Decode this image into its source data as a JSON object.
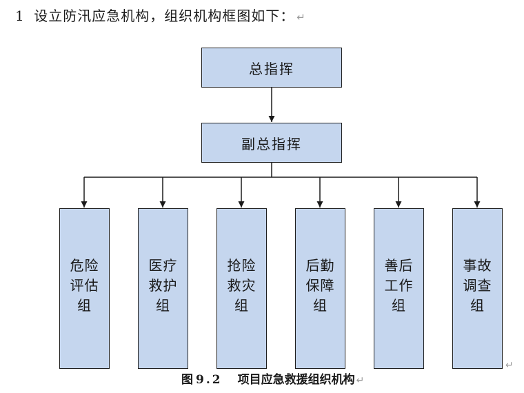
{
  "heading": {
    "number": "1",
    "text": "设立防汛应急机构，组织机构框图如下：",
    "mark": "↵"
  },
  "org": {
    "top": "总指挥",
    "deputy": "副总指挥",
    "groups": [
      {
        "lines": [
          "危险",
          "评估",
          "组"
        ]
      },
      {
        "lines": [
          "医疗",
          "救护",
          "组"
        ]
      },
      {
        "lines": [
          "抢险",
          "救灾",
          "组"
        ]
      },
      {
        "lines": [
          "后勤",
          "保障",
          "组"
        ]
      },
      {
        "lines": [
          "善后",
          "工作",
          "组"
        ]
      },
      {
        "lines": [
          "事故",
          "调查",
          "组"
        ]
      }
    ]
  },
  "caption": {
    "label": "图",
    "number": "9.2",
    "title": "项目应急救援组织机构",
    "mark": "↵"
  },
  "end_mark": "↵",
  "colors": {
    "box_fill": "#c5d6ee",
    "box_border": "#1f1f1f",
    "connector": "#1a1a1a",
    "paragraph_mark": "#9a9a9a"
  }
}
